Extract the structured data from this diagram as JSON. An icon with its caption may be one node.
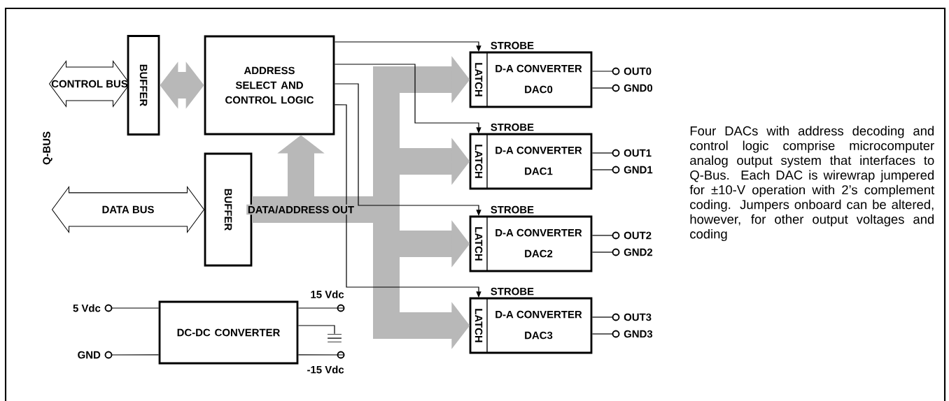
{
  "diagram": {
    "caption": "Four DACs with address decoding and control logic comprise microcomputer analog output system that interfaces to Q-Bus. Each DAC is wirewrap jumpered for ±10-V operation with 2’s complement coding. Jumpers onboard can be altered, however, for other output voltages and coding",
    "nodes": [
      {
        "text": [
          "CONTROL BUS"
        ]
      },
      {
        "text": [
          "BUFFER"
        ]
      },
      {
        "text": [
          "ADDRESS SELECT AND CONTROL LOGIC"
        ]
      },
      {
        "text": [
          "DATA BUS"
        ]
      },
      {
        "text": [
          "BUFFER"
        ]
      },
      {
        "text": [
          "D-A CONVERTER",
          "DAC0"
        ]
      },
      {
        "text": [
          "LATCH"
        ],
        "in": 5
      },
      {
        "text": [
          "D-A CONVERTER",
          "DAC1"
        ]
      },
      {
        "text": [
          "LATCH"
        ],
        "in": 7
      },
      {
        "text": [
          "D-A CONVERTER",
          "DAC2"
        ]
      },
      {
        "text": [
          "LATCH"
        ],
        "in": 9
      },
      {
        "text": [
          "D-A CONVERTER",
          "DAC3"
        ]
      },
      {
        "text": [
          "LATCH"
        ],
        "in": 11
      },
      {
        "text": [
          "OUT0"
        ]
      },
      {
        "text": [
          "GND0"
        ]
      },
      {
        "text": [
          "OUT1"
        ]
      },
      {
        "text": [
          "GND1"
        ]
      },
      {
        "text": [
          "OUT2"
        ]
      },
      {
        "text": [
          "GND2"
        ]
      },
      {
        "text": [
          "OUT3"
        ]
      },
      {
        "text": [
          "GND3"
        ]
      },
      {
        "text": [
          "DC-DC CONVERTER"
        ]
      },
      {
        "text": [
          "5 Vdc"
        ]
      },
      {
        "text": [
          "GND"
        ]
      },
      {
        "text": [
          "15 Vdc"
        ]
      },
      {
        "text": [
          "-15 Vdc"
        ]
      },
      {
        "text": [],
        "shape": "ground"
      }
    ],
    "edges": [
      {
        "from": 1,
        "to": 2,
        "arrow": "both",
        "style": "thick",
        "color": "#b8b8b8"
      },
      {
        "from": 4,
        "to": 2,
        "arrow": "to",
        "style": "thick",
        "color": "#b8b8b8",
        "label": "DATA/ADDRESS OUT"
      },
      {
        "from": 4,
        "to": 6,
        "arrow": "to",
        "style": "thick",
        "color": "#b8b8b8"
      },
      {
        "from": 4,
        "to": 8,
        "arrow": "to",
        "style": "thick",
        "color": "#b8b8b8"
      },
      {
        "from": 4,
        "to": 10,
        "arrow": "to",
        "style": "thick",
        "color": "#b8b8b8"
      },
      {
        "from": 4,
        "to": 12,
        "arrow": "to",
        "style": "thick",
        "color": "#b8b8b8"
      },
      {
        "from": 2,
        "to": 6,
        "arrow": "to",
        "label": "STROBE"
      },
      {
        "from": 2,
        "to": 8,
        "arrow": "to",
        "label": "STROBE"
      },
      {
        "from": 2,
        "to": 10,
        "arrow": "to",
        "label": "STROBE"
      },
      {
        "from": 2,
        "to": 12,
        "arrow": "to",
        "label": "STROBE"
      },
      {
        "from": 5,
        "to": 13,
        "arrow": "none"
      },
      {
        "from": 5,
        "to": 14,
        "arrow": "none"
      },
      {
        "from": 7,
        "to": 15,
        "arrow": "none"
      },
      {
        "from": 7,
        "to": 16,
        "arrow": "none"
      },
      {
        "from": 9,
        "to": 17,
        "arrow": "none"
      },
      {
        "from": 9,
        "to": 18,
        "arrow": "none"
      },
      {
        "from": 11,
        "to": 19,
        "arrow": "none"
      },
      {
        "from": 11,
        "to": 20,
        "arrow": "none"
      },
      {
        "from": 21,
        "to": 22,
        "arrow": "none"
      },
      {
        "from": 21,
        "to": 23,
        "arrow": "none"
      },
      {
        "from": 21,
        "to": 24,
        "arrow": "none"
      },
      {
        "from": 21,
        "to": 25,
        "arrow": "none"
      },
      {
        "from": 21,
        "to": 26,
        "arrow": "none"
      }
    ],
    "labels": [
      "Q-BUS"
    ]
  }
}
